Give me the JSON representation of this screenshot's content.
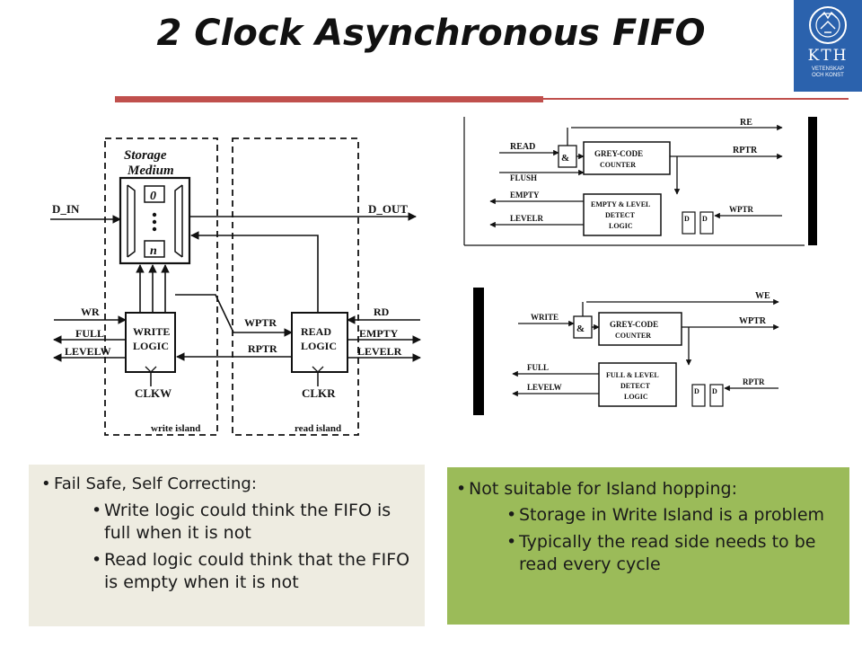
{
  "slide": {
    "title": "2 Clock Asynchronous FIFO",
    "logo": {
      "text": "KTH",
      "subtext_line1": "VETENSKAP",
      "subtext_line2": "OCH KONST"
    }
  },
  "colors": {
    "accent_rule": "#c0504d",
    "logo_blue": "#2b62ad",
    "left_box": "#eeece1",
    "right_box": "#9bbb59"
  },
  "diagram_main": {
    "storage_label_1": "Storage",
    "storage_label_2": "Medium",
    "slot_top": "0",
    "slot_bottom": "n",
    "d_in": "D_IN",
    "d_out": "D_OUT",
    "wr": "WR",
    "full": "FULL",
    "levelw": "LEVELW",
    "write_logic_1": "WRITE",
    "write_logic_2": "LOGIC",
    "wptr": "WPTR",
    "rptr": "RPTR",
    "read_logic_1": "READ",
    "read_logic_2": "LOGIC",
    "rd": "RD",
    "empty": "EMPTY",
    "levelr": "LEVELR",
    "clkw": "CLKW",
    "clkr": "CLKR",
    "write_island": "write island",
    "read_island": "read island"
  },
  "diagram_read": {
    "re": "RE",
    "read": "READ",
    "flush": "FLUSH",
    "gate": "&",
    "counter_1": "GREY-CODE",
    "counter_2": "COUNTER",
    "rptr": "RPTR",
    "empty": "EMPTY",
    "detect_1": "EMPTY & LEVEL",
    "detect_2": "DETECT",
    "detect_3": "LOGIC",
    "levelr": "LEVELR",
    "wptr": "WPTR",
    "ff": "D"
  },
  "diagram_write": {
    "we": "WE",
    "write": "WRITE",
    "gate": "&",
    "counter_1": "GREY-CODE",
    "counter_2": "COUNTER",
    "wptr": "WPTR",
    "full": "FULL",
    "detect_1": "FULL & LEVEL",
    "detect_2": "DETECT",
    "detect_3": "LOGIC",
    "levelw": "LEVELW",
    "rptr": "RPTR",
    "ff": "D"
  },
  "left_box": {
    "heading": "Fail Safe, Self Correcting:",
    "bullets": [
      "Write logic could think the FIFO is full when it is not",
      "Read logic could think that the FIFO is empty when it is not"
    ]
  },
  "right_box": {
    "heading": "Not suitable for Island hopping:",
    "bullets": [
      "Storage in Write Island is a problem",
      "Typically the read side needs to be read every cycle"
    ]
  },
  "bullet_glyph": "•"
}
